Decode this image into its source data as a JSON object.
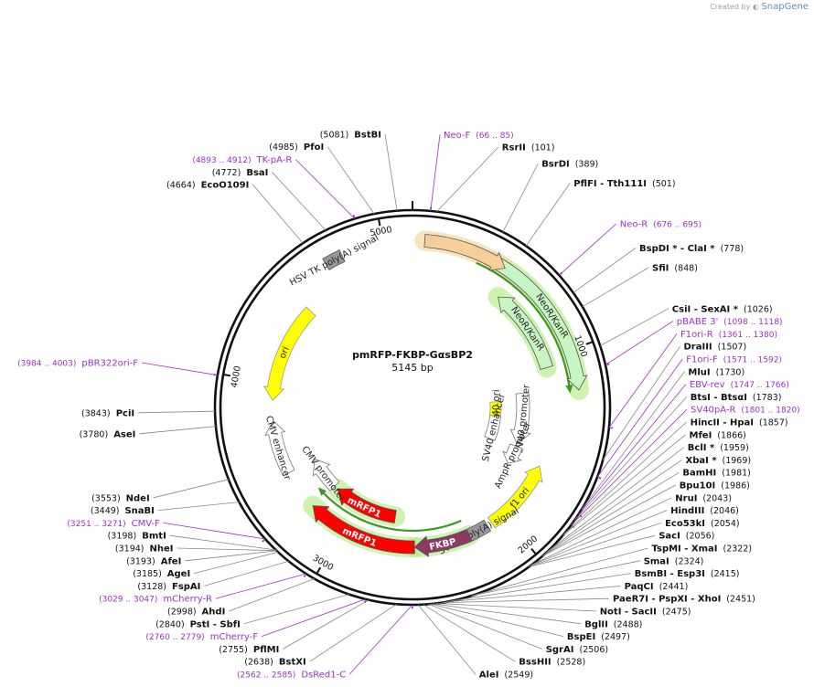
{
  "header": {
    "credit_prefix": "Created by",
    "brand": "SnapGene"
  },
  "plasmid": {
    "name": "pmRFP-FKBP-GαsBP2",
    "size_label": "5145 bp",
    "length": 5145
  },
  "backbone_ticks": [
    {
      "pos": 1000,
      "label": "1000"
    },
    {
      "pos": 2000,
      "label": "2000"
    },
    {
      "pos": 3000,
      "label": "3000"
    },
    {
      "pos": 4000,
      "label": "4000"
    },
    {
      "pos": 5000,
      "label": "5000"
    }
  ],
  "features": [
    {
      "name": "NeoR/KanR",
      "track": 0,
      "start": 420,
      "end": 1200,
      "dir": 1,
      "color": "#c8f5c4",
      "shape": "arrow"
    },
    {
      "name": "NeoR/KanR",
      "track": 1,
      "start": 540,
      "end": 1050,
      "dir": -1,
      "color": "#c8f5c4",
      "shape": "arrow"
    },
    {
      "name": "SV40 promoter",
      "track": 2,
      "start": 1180,
      "end": 1560,
      "dir": 1,
      "color": "#ffffff",
      "shape": "arrow"
    },
    {
      "name": "SV40 ori",
      "track": 3,
      "start": 1230,
      "end": 1370,
      "dir": 0,
      "color": "#ffff00",
      "shape": "box"
    },
    {
      "name": "SV40 enhancer",
      "track": 3,
      "start": 1370,
      "end": 1600,
      "dir": 0,
      "color": "#ffffff",
      "shape": "box"
    },
    {
      "name": "AmpR promoter",
      "track": 2,
      "start": 1580,
      "end": 1720,
      "dir": 1,
      "color": "#ffffff",
      "shape": "arrow"
    },
    {
      "name": "f1 ori",
      "track": 1,
      "start": 1640,
      "end": 2080,
      "dir": -1,
      "color": "#ffff00",
      "shape": "arrow"
    },
    {
      "name": "SV40 poly(A) signal",
      "track": 1,
      "start": 2110,
      "end": 2230,
      "dir": 0,
      "color": "#999999",
      "shape": "box"
    },
    {
      "name": "FKBP",
      "track": 1,
      "start": 2230,
      "end": 2560,
      "dir": 1,
      "color": "#8b3a62",
      "shape": "arrow"
    },
    {
      "name": "mRFP1",
      "track": 1,
      "start": 2560,
      "end": 3220,
      "dir": 1,
      "color": "#ff0000",
      "shape": "arrow"
    },
    {
      "name": "mRFP1",
      "track": 2,
      "start": 2700,
      "end": 3180,
      "dir": 1,
      "color": "#ff0000",
      "shape": "arrow"
    },
    {
      "name": "CMV promoter",
      "track": 2,
      "start": 3210,
      "end": 3460,
      "dir": 1,
      "color": "#ffffff",
      "shape": "arrow"
    },
    {
      "name": "CMV enhancer",
      "track": 1,
      "start": 3460,
      "end": 3780,
      "dir": 1,
      "color": "#ffffff",
      "shape": "arrow"
    },
    {
      "name": "ori",
      "track": 1,
      "start": 3900,
      "end": 4480,
      "dir": -1,
      "color": "#ffff00",
      "shape": "arrow"
    },
    {
      "name": "HSV TK poly(A) signal",
      "track": 0,
      "start": 4700,
      "end": 4790,
      "dir": 0,
      "color": "#999999",
      "shape": "box"
    },
    {
      "name": "",
      "track": 0,
      "start": 60,
      "end": 480,
      "dir": 1,
      "color": "#f5cf9a",
      "shape": "arrow"
    }
  ],
  "enzymes": [
    {
      "name": "BstBI",
      "pos_label": "(5081)",
      "pos": 5081
    },
    {
      "name": "PfoI",
      "pos_label": "(4985)",
      "pos": 4985
    },
    {
      "name": "BsaI",
      "pos_label": "(4772)",
      "pos": 4772
    },
    {
      "name": "EcoO109I",
      "pos_label": "(4664)",
      "pos": 4664
    },
    {
      "name": "RsrII",
      "pos_label": "(101)",
      "pos": 101
    },
    {
      "name": "BsrDI",
      "pos_label": "(389)",
      "pos": 389
    },
    {
      "name": "PflFI - Tth111I",
      "pos_label": "(501)",
      "pos": 501
    },
    {
      "name": "BspDI * - ClaI *",
      "pos_label": "(778)",
      "pos": 778
    },
    {
      "name": "SfiI",
      "pos_label": "(848)",
      "pos": 848
    },
    {
      "name": "CsiI - SexAI *",
      "pos_label": "(1026)",
      "pos": 1026
    },
    {
      "name": "DraIII",
      "pos_label": "(1507)",
      "pos": 1507
    },
    {
      "name": "MluI",
      "pos_label": "(1730)",
      "pos": 1730
    },
    {
      "name": "BtsI - BtsαI",
      "pos_label": "(1783)",
      "pos": 1783
    },
    {
      "name": "HincII - HpaI",
      "pos_label": "(1857)",
      "pos": 1857
    },
    {
      "name": "MfeI",
      "pos_label": "(1866)",
      "pos": 1866
    },
    {
      "name": "BclI *",
      "pos_label": "(1959)",
      "pos": 1959
    },
    {
      "name": "XbaI *",
      "pos_label": "(1969)",
      "pos": 1969
    },
    {
      "name": "BamHI",
      "pos_label": "(1981)",
      "pos": 1981
    },
    {
      "name": "Bpu10I",
      "pos_label": "(1986)",
      "pos": 1986
    },
    {
      "name": "NruI",
      "pos_label": "(2043)",
      "pos": 2043
    },
    {
      "name": "HindIII",
      "pos_label": "(2046)",
      "pos": 2046
    },
    {
      "name": "Eco53kI",
      "pos_label": "(2054)",
      "pos": 2054
    },
    {
      "name": "SacI",
      "pos_label": "(2056)",
      "pos": 2056
    },
    {
      "name": "TspMI - XmaI",
      "pos_label": "(2322)",
      "pos": 2322
    },
    {
      "name": "SmaI",
      "pos_label": "(2324)",
      "pos": 2324
    },
    {
      "name": "BsmBI - Esp3I",
      "pos_label": "(2415)",
      "pos": 2415
    },
    {
      "name": "PaqCI",
      "pos_label": "(2441)",
      "pos": 2441
    },
    {
      "name": "PaeR7I - PspXI - XhoI",
      "pos_label": "(2451)",
      "pos": 2451
    },
    {
      "name": "NotI - SacII",
      "pos_label": "(2475)",
      "pos": 2475
    },
    {
      "name": "BglII",
      "pos_label": "(2488)",
      "pos": 2488
    },
    {
      "name": "BspEI",
      "pos_label": "(2497)",
      "pos": 2497
    },
    {
      "name": "SgrAI",
      "pos_label": "(2506)",
      "pos": 2506
    },
    {
      "name": "BssHII",
      "pos_label": "(2528)",
      "pos": 2528
    },
    {
      "name": "AleI",
      "pos_label": "(2549)",
      "pos": 2549
    },
    {
      "name": "BstXI",
      "pos_label": "(2638)",
      "pos": 2638
    },
    {
      "name": "PflMI",
      "pos_label": "(2755)",
      "pos": 2755
    },
    {
      "name": "PstI - SbfI",
      "pos_label": "(2840)",
      "pos": 2840
    },
    {
      "name": "AhdI",
      "pos_label": "(2998)",
      "pos": 2998
    },
    {
      "name": "FspAI",
      "pos_label": "(3128)",
      "pos": 3128
    },
    {
      "name": "AgeI",
      "pos_label": "(3185)",
      "pos": 3185
    },
    {
      "name": "AfeI",
      "pos_label": "(3193)",
      "pos": 3193
    },
    {
      "name": "NheI",
      "pos_label": "(3194)",
      "pos": 3194
    },
    {
      "name": "BmtI",
      "pos_label": "(3198)",
      "pos": 3198
    },
    {
      "name": "SnaBI",
      "pos_label": "(3449)",
      "pos": 3449
    },
    {
      "name": "NdeI",
      "pos_label": "(3553)",
      "pos": 3553
    },
    {
      "name": "AseI",
      "pos_label": "(3780)",
      "pos": 3780
    },
    {
      "name": "PciI",
      "pos_label": "(3843)",
      "pos": 3843
    }
  ],
  "primers": [
    {
      "name": "Neo-F",
      "pos_label": "(66 .. 85)",
      "pos": 75
    },
    {
      "name": "TK-pA-R",
      "pos_label": "(4893 .. 4912)",
      "pos": 4902
    },
    {
      "name": "Neo-R",
      "pos_label": "(676 .. 695)",
      "pos": 685
    },
    {
      "name": "pBABE 3'",
      "pos_label": "(1098 .. 1118)",
      "pos": 1108
    },
    {
      "name": "F1ori-R",
      "pos_label": "(1361 .. 1380)",
      "pos": 1370
    },
    {
      "name": "F1ori-F",
      "pos_label": "(1571 .. 1592)",
      "pos": 1581
    },
    {
      "name": "EBV-rev",
      "pos_label": "(1747 .. 1766)",
      "pos": 1756
    },
    {
      "name": "SV40pA-R",
      "pos_label": "(1801 .. 1820)",
      "pos": 1810
    },
    {
      "name": "pBR322ori-F",
      "pos_label": "(3984 .. 4003)",
      "pos": 3993
    },
    {
      "name": "CMV-F",
      "pos_label": "(3251 .. 3271)",
      "pos": 3261
    },
    {
      "name": "mCherry-R",
      "pos_label": "(3029 .. 3047)",
      "pos": 3038
    },
    {
      "name": "mCherry-F",
      "pos_label": "(2760 .. 2779)",
      "pos": 2769
    },
    {
      "name": "DsRed1-C",
      "pos_label": "(2562 .. 2585)",
      "pos": 2573
    }
  ],
  "colors": {
    "backbone": "#111111",
    "enzyme_line": "#888888",
    "primer": "#9b30c8",
    "orf_line": "#3a9a1a",
    "orf_glow": "#b9ec8e"
  }
}
